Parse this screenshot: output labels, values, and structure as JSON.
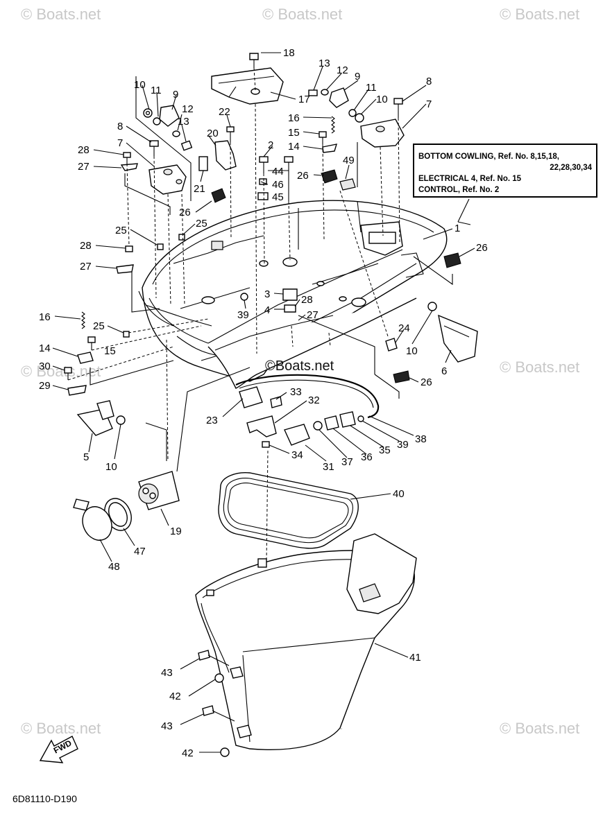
{
  "watermark": "© Boats.net",
  "center_watermark": "©Boats.net",
  "diagram_code": "6D81110-D190",
  "fwd_label": "FWD",
  "reference_note": {
    "line1": "BOTTOM COWLING, Ref. No. 8,15,18,",
    "line2": "22,28,30,34",
    "line3": "ELECTRICAL 4, Ref. No. 15",
    "line4": "CONTROL, Ref. No. 2"
  },
  "callouts": [
    "1",
    "2",
    "3",
    "4",
    "5",
    "6",
    "7",
    "8",
    "9",
    "10",
    "11",
    "12",
    "13",
    "14",
    "15",
    "16",
    "17",
    "18",
    "19",
    "20",
    "21",
    "22",
    "23",
    "24",
    "25",
    "26",
    "27",
    "28",
    "29",
    "30",
    "31",
    "32",
    "33",
    "34",
    "35",
    "36",
    "37",
    "38",
    "39",
    "40",
    "41",
    "42",
    "43",
    "44",
    "45",
    "46",
    "47",
    "48",
    "49"
  ]
}
